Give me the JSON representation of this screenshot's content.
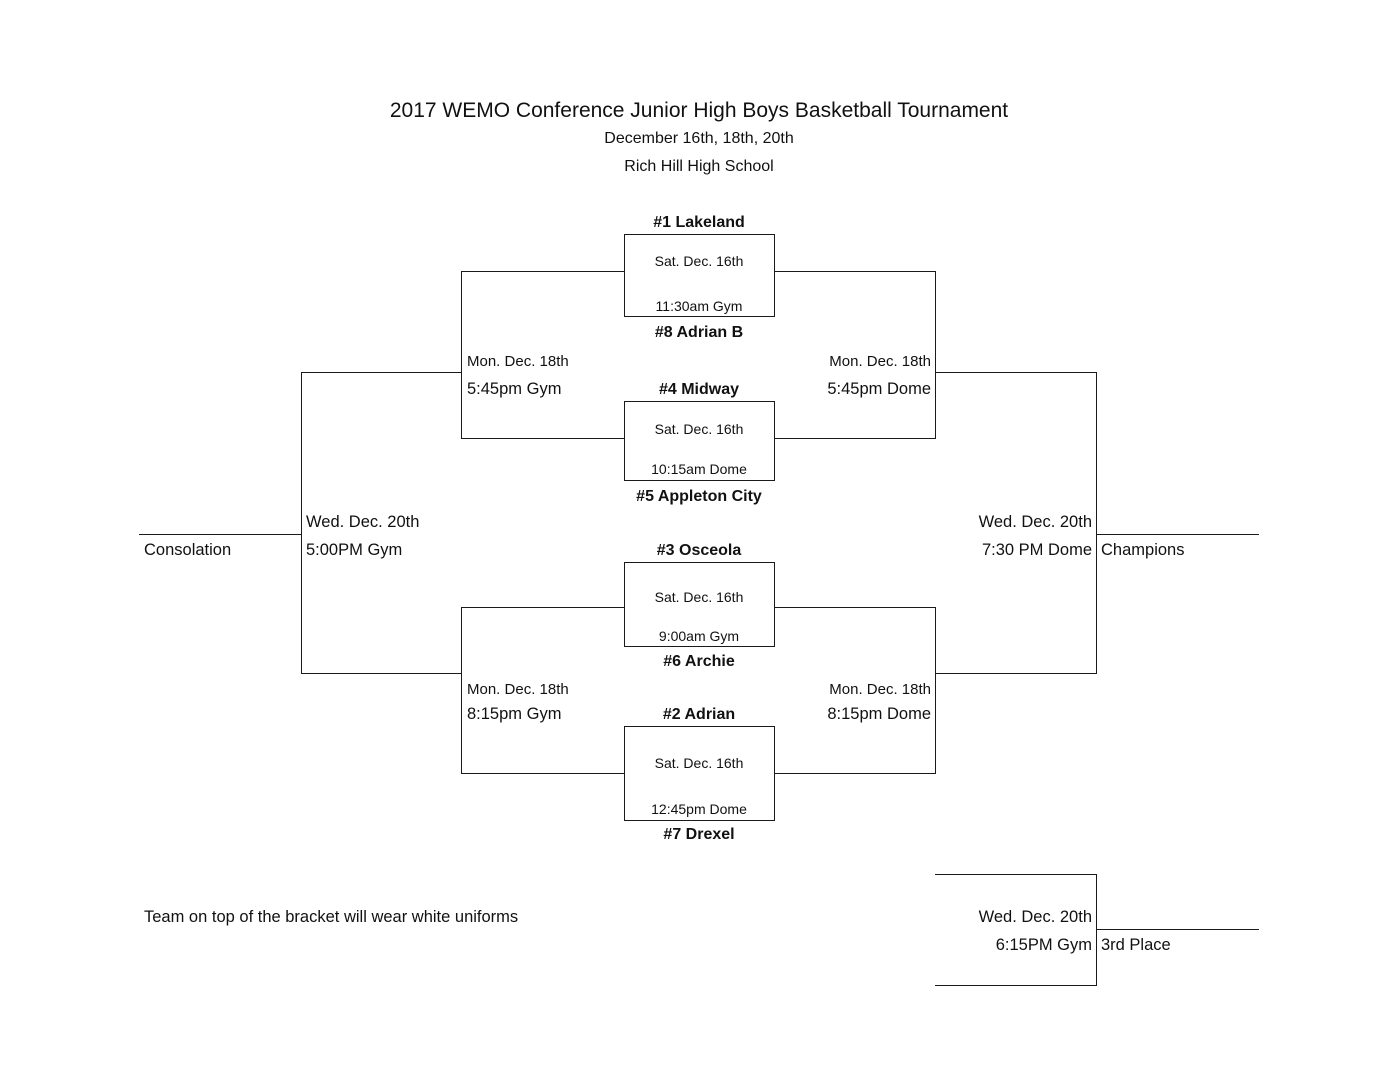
{
  "header": {
    "title": "2017 WEMO Conference Junior High Boys Basketball Tournament",
    "dates": "December 16th, 18th, 20th",
    "venue": "Rich Hill High School"
  },
  "round1": [
    {
      "top_team": "#1 Lakeland",
      "bottom_team": "#8 Adrian B",
      "day": "Sat. Dec. 16th",
      "time": "11:30am Gym"
    },
    {
      "top_team": "#4 Midway",
      "bottom_team": "#5 Appleton City",
      "day": "Sat. Dec. 16th",
      "time": "10:15am Dome"
    },
    {
      "top_team": "#3 Osceola",
      "bottom_team": "#6 Archie",
      "day": "Sat. Dec. 16th",
      "time": "9:00am Gym"
    },
    {
      "top_team": "#2 Adrian",
      "bottom_team": "#7 Drexel",
      "day": "Sat. Dec. 16th",
      "time": "12:45pm Dome"
    }
  ],
  "round2": {
    "left_top": {
      "day": "Mon. Dec. 18th",
      "time": "5:45pm Gym"
    },
    "right_top": {
      "day": "Mon. Dec. 18th",
      "time": "5:45pm Dome"
    },
    "left_bottom": {
      "day": "Mon. Dec. 18th",
      "time": "8:15pm Gym"
    },
    "right_bottom": {
      "day": "Mon. Dec. 18th",
      "time": "8:15pm Dome"
    }
  },
  "finals": {
    "consolation": {
      "day": "Wed. Dec. 20th",
      "time": "5:00PM Gym",
      "label": "Consolation"
    },
    "championship": {
      "day": "Wed. Dec. 20th",
      "time": "7:30 PM Dome",
      "label": "Champions"
    },
    "third_place": {
      "day": "Wed. Dec. 20th",
      "time": "6:15PM Gym",
      "label": "3rd Place"
    }
  },
  "note": "Team on top of the bracket will wear white uniforms"
}
